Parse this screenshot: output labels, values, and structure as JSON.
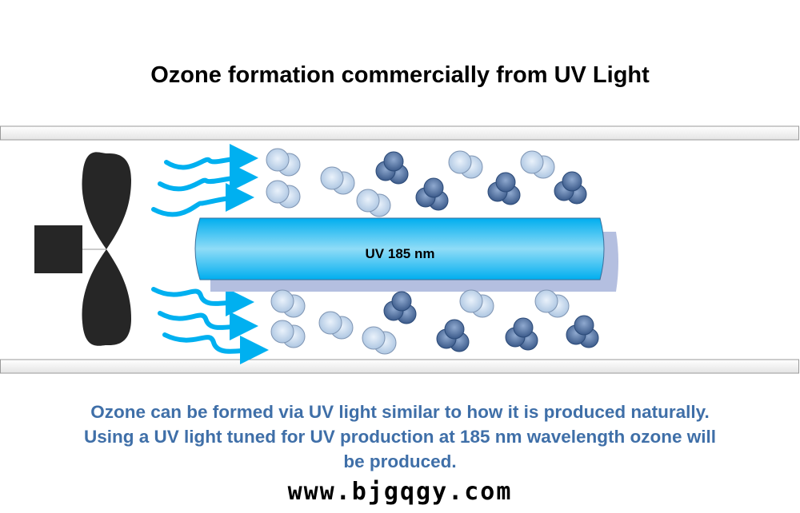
{
  "title": "Ozone formation commercially from UV Light",
  "lamp_label": "UV 185 nm",
  "caption": "Ozone can be formed via UV light similar to how it is produced naturally.  Using a UV light tuned for UV production at 185 nm wavelength ozone will be produced.",
  "watermark": "www.bjgqgy.com",
  "colors": {
    "airflow": "#00b0f0",
    "lamp": "#00b0f0",
    "oxygen": "#c5d9ee",
    "ozone": "#4a6a9a",
    "caption": "#3f6fa8"
  },
  "icons": [
    "fan-icon",
    "motor-icon",
    "airflow-arrow-icon",
    "oxygen-molecule-icon",
    "ozone-molecule-icon",
    "uv-lamp-icon"
  ]
}
